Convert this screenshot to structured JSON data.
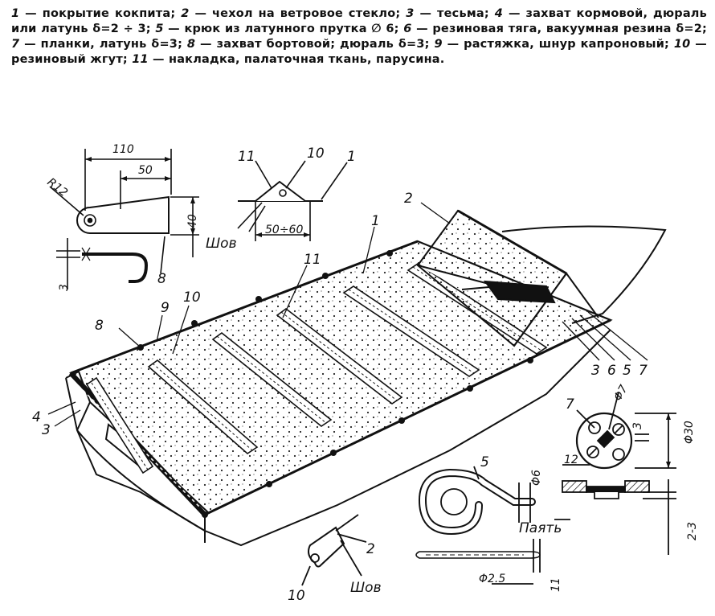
{
  "caption": {
    "items": [
      {
        "num": "1",
        "text": "покрытие кокпита;"
      },
      {
        "num": "2",
        "text": "чехол на ветровое стекло;"
      },
      {
        "num": "3",
        "text": "тесьма;"
      },
      {
        "num": "4",
        "text": "захват кормовой, дюраль или латунь δ=2 ÷ 3;"
      },
      {
        "num": "5",
        "text": "крюк из латунного прутка ∅ 6;"
      },
      {
        "num": "6",
        "text": "резиновая тяга, вакуумная резина δ=2;"
      },
      {
        "num": "7",
        "text": "планки, латунь δ=3;"
      },
      {
        "num": "8",
        "text": "захват бортовой; дюраль δ=3;"
      },
      {
        "num": "9",
        "text": "растяжка, шнур капроновый;"
      },
      {
        "num": "10",
        "text": "резиновый жгут;"
      },
      {
        "num": "11",
        "text": "накладка, палаточная ткань, парусина."
      }
    ]
  },
  "labels": {
    "l1": "1",
    "l2": "2",
    "l3": "3",
    "l4": "4",
    "l5": "5",
    "l6": "6",
    "l7": "7",
    "l8": "8",
    "l9": "9",
    "l10": "10",
    "l11": "11",
    "l3b": "3",
    "l6b": "6",
    "l5b": "5",
    "l7b": "7",
    "det10": "10",
    "det11": "11",
    "det1": "1",
    "det8": "8",
    "det7": "7",
    "det7b": "7",
    "det5": "5",
    "det10b": "10",
    "det2": "2"
  },
  "dimensions": {
    "d110": "110",
    "d50": "50",
    "r12": "R12",
    "d40": "40",
    "d3": "3",
    "d50_60": "50÷60",
    "shov1": "Шов",
    "shov2": "Шов",
    "phi6": "Φ6",
    "payat": "Паять",
    "phi25": "Φ2.5",
    "d11": "11",
    "phi7": "Φ7",
    "phi30": "Φ30",
    "d3b": "3",
    "d12": "12",
    "d2_3": "2-3"
  }
}
